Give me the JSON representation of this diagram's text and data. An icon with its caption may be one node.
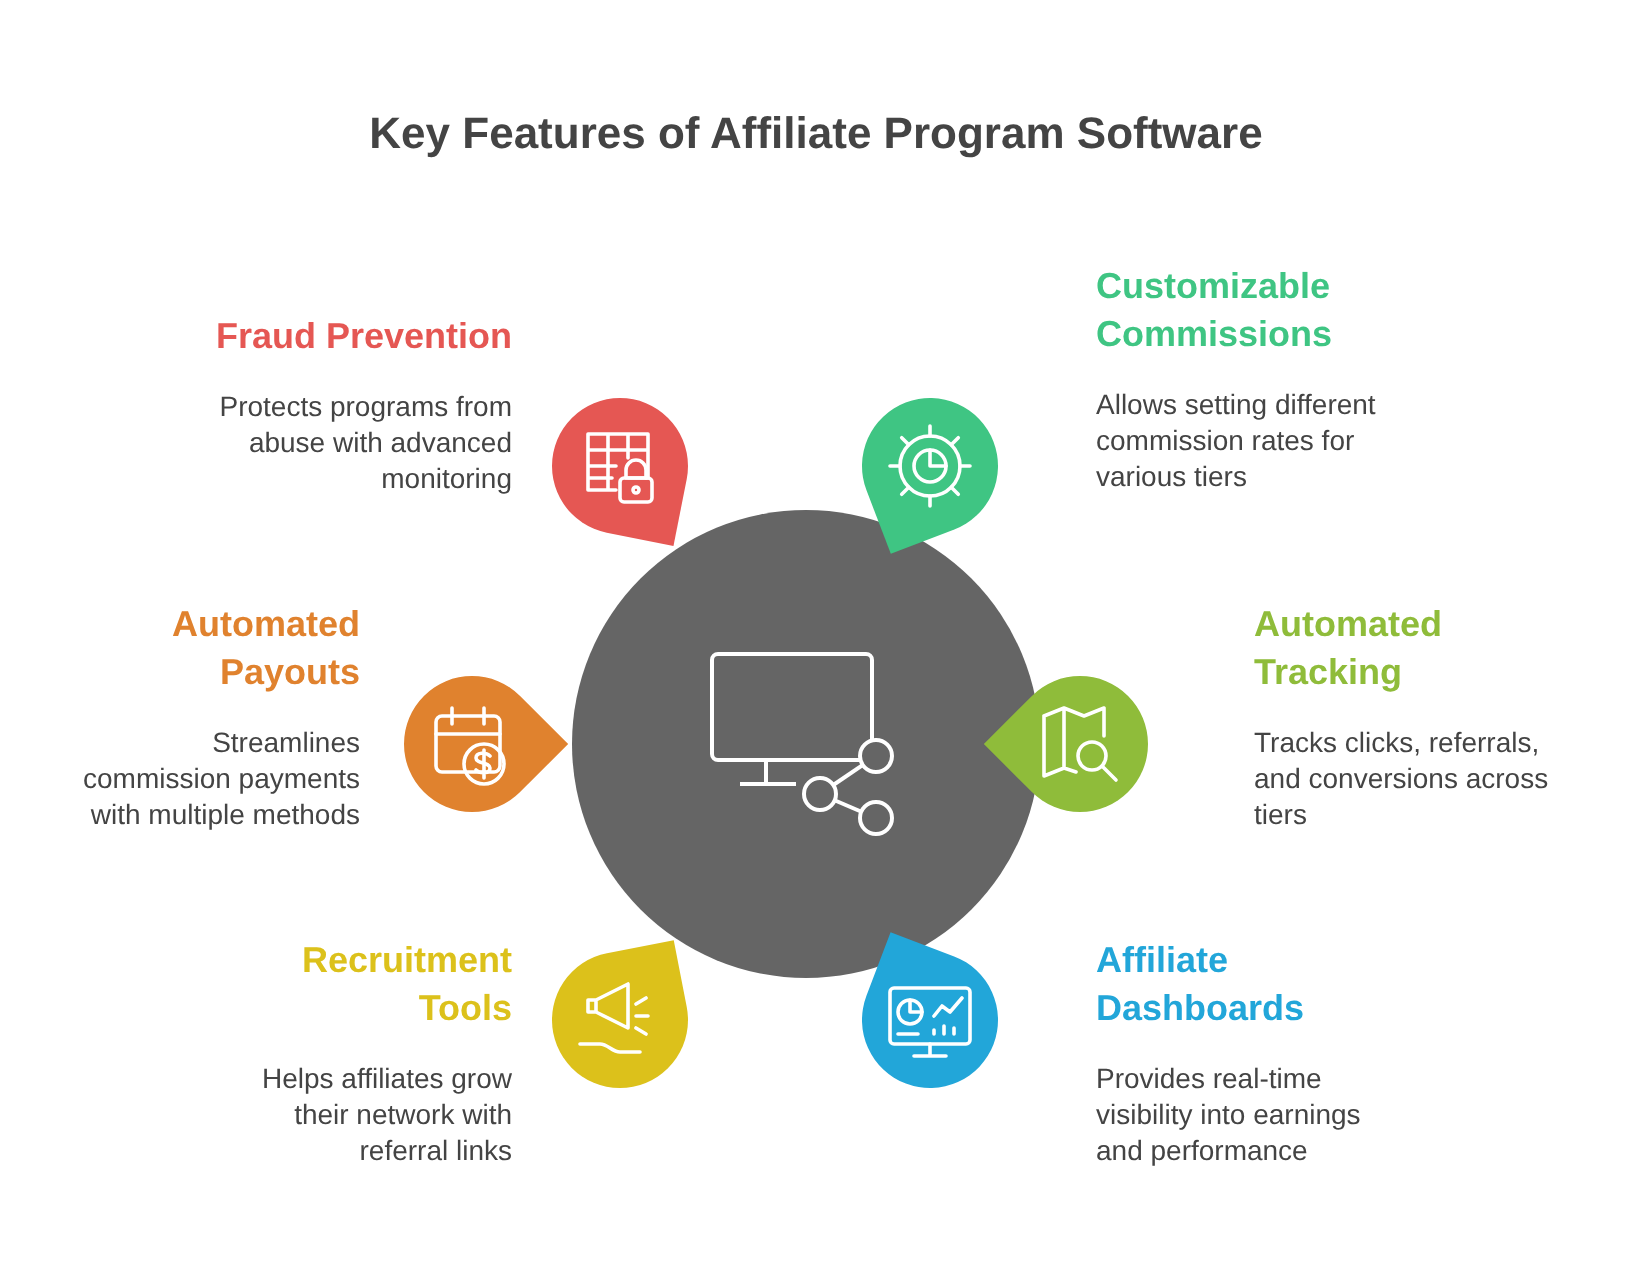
{
  "diagram": {
    "title": "Key Features of Affiliate Program Software",
    "nodes": [
      {
        "text": [
          "Fraud Prevention",
          "Protects programs from abuse with advanced monitoring"
        ]
      },
      {
        "text": [
          "Customizable Commissions",
          "Allows setting different commission rates for various tiers"
        ]
      },
      {
        "text": [
          "Automated Payouts",
          "Streamlines commission payments with multiple methods"
        ]
      },
      {
        "text": [
          "Automated Tracking",
          "Tracks clicks, referrals, and conversions across tiers"
        ]
      },
      {
        "text": [
          "Recruitment Tools",
          "Helps affiliates grow their network with referral links"
        ]
      },
      {
        "text": [
          "Affiliate Dashboards",
          "Provides real-time visibility into earnings and performance"
        ]
      }
    ]
  }
}
